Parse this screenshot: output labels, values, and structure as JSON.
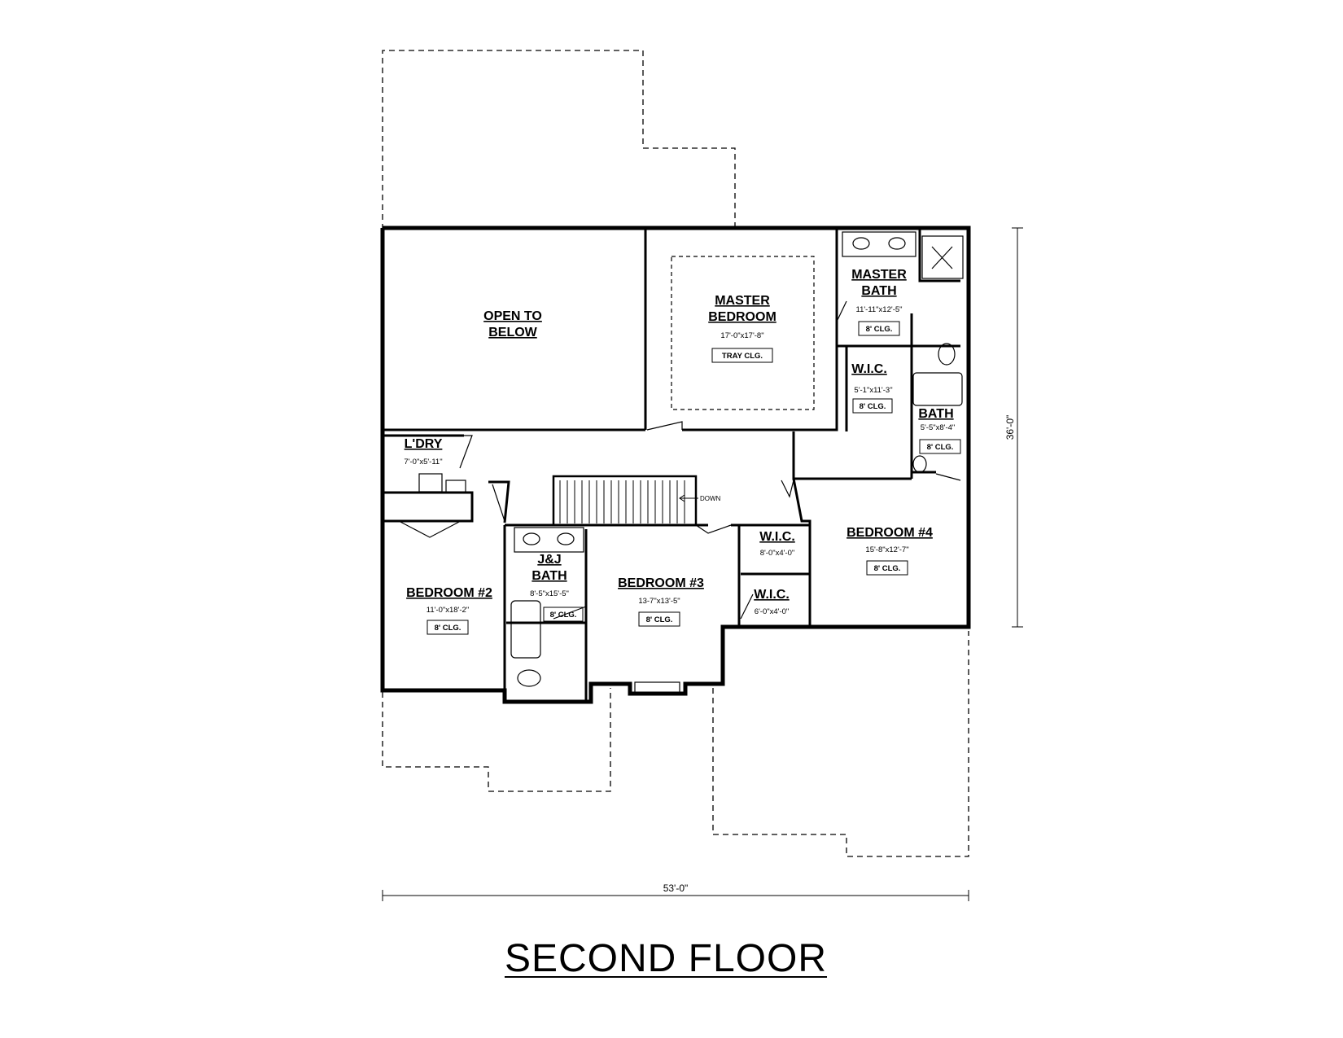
{
  "title": "SECOND FLOOR",
  "overall": {
    "width": "53'-0\"",
    "depth": "36'-0\""
  },
  "stair_label": "DOWN",
  "rooms": {
    "open_to_below": {
      "line1": "OPEN TO",
      "line2": "BELOW"
    },
    "master_bedroom": {
      "line1": "MASTER",
      "line2": "BEDROOM",
      "dims": "17'-0\"x17'-8\"",
      "ceiling": "TRAY CLG."
    },
    "master_bath": {
      "line1": "MASTER",
      "line2": "BATH",
      "dims": "11'-11\"x12'-5\"",
      "ceiling": "8' CLG."
    },
    "master_wic": {
      "name": "W.I.C.",
      "dims": "5'-1\"x11'-3\"",
      "ceiling": "8' CLG."
    },
    "bath": {
      "name": "BATH",
      "dims": "5'-5\"x8'-4\"",
      "ceiling": "8' CLG."
    },
    "laundry": {
      "name": "L'DRY",
      "dims": "7'-0\"x5'-11\""
    },
    "jj_bath": {
      "line1": "J&J",
      "line2": "BATH",
      "dims": "8'-5\"x15'-5\"",
      "ceiling": "8' CLG."
    },
    "bedroom2": {
      "name": "BEDROOM #2",
      "dims": "11'-0\"x18'-2\"",
      "ceiling": "8' CLG."
    },
    "bedroom3": {
      "name": "BEDROOM #3",
      "dims": "13-7\"x13'-5\"",
      "ceiling": "8' CLG."
    },
    "bedroom4": {
      "name": "BEDROOM #4",
      "dims": "15'-8\"x12'-7\"",
      "ceiling": "8' CLG."
    },
    "wic1": {
      "name": "W.I.C.",
      "dims": "8'-0\"x4'-0\""
    },
    "wic2": {
      "name": "W.I.C.",
      "dims": "6'-0\"x4'-0\""
    }
  }
}
